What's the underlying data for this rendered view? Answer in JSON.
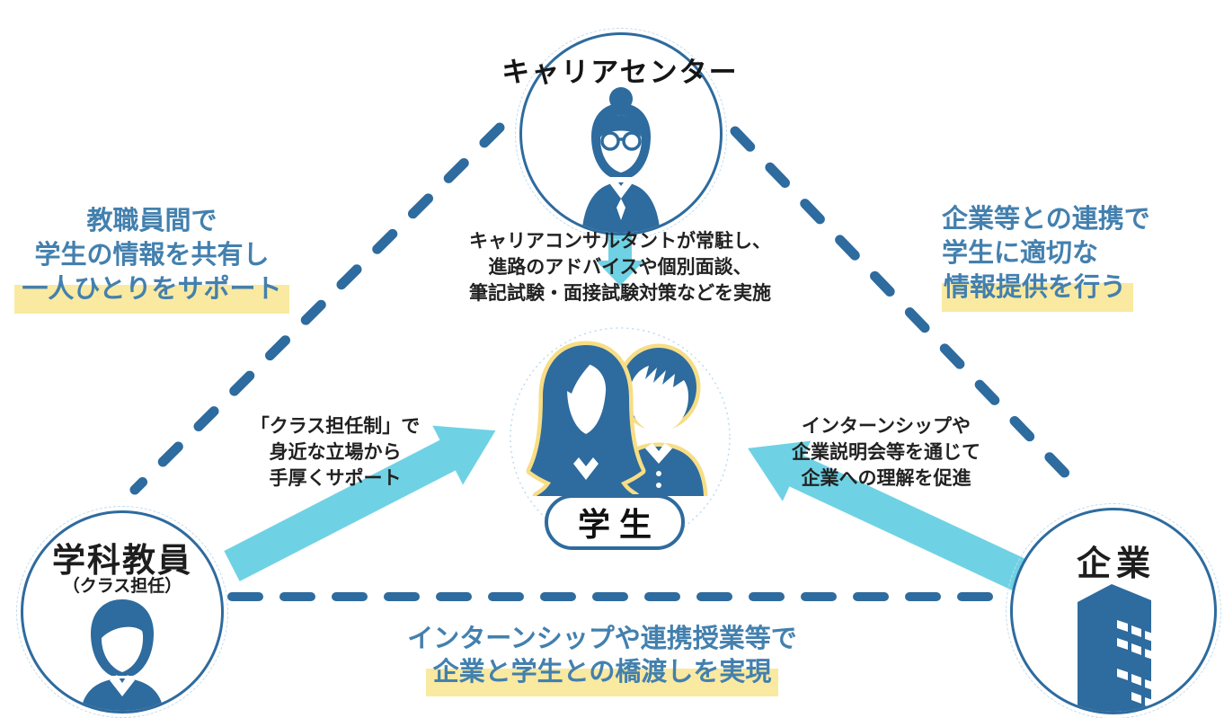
{
  "colors": {
    "dark_blue": "#2e6b9e",
    "text_blue": "#4380ae",
    "arrow_cyan": "#6fd2e4",
    "highlight_yellow": "#fae9a0",
    "outline_yellow": "#f7dd84"
  },
  "nodes": {
    "career_center": {
      "label": "キャリアセンター",
      "icon": "career-counselor-icon"
    },
    "students": {
      "label": "学生",
      "icon": "students-icon"
    },
    "faculty": {
      "label": "学科教員",
      "sublabel": "（クラス担任）",
      "icon": "teacher-icon"
    },
    "company": {
      "label": "企業",
      "icon": "company-building-icon"
    }
  },
  "texts": {
    "career_center_role": {
      "line1": "キャリアコンサルタントが常駐し、",
      "line2": "進路のアドバイスや個別面談、",
      "line3": "筆記試験・面接試験対策などを実施"
    },
    "faculty_share": {
      "line1": "教職員間で",
      "line2": "学生の情報を共有し",
      "highlight": "一人ひとりをサポート"
    },
    "company_link": {
      "line1": "企業等との連携で",
      "line2": "学生に適切な",
      "highlight": "情報提供を行う"
    },
    "faculty_to_students": {
      "line1": "「クラス担任制」で",
      "line2": "身近な立場から",
      "line3": "手厚くサポート"
    },
    "company_to_students": {
      "line1": "インターンシップや",
      "line2": "企業説明会等を通じて",
      "line3": "企業への理解を促進"
    },
    "faculty_company": {
      "line1": "インターンシップや連携授業等で",
      "highlight": "企業と学生との橋渡しを実現"
    }
  }
}
